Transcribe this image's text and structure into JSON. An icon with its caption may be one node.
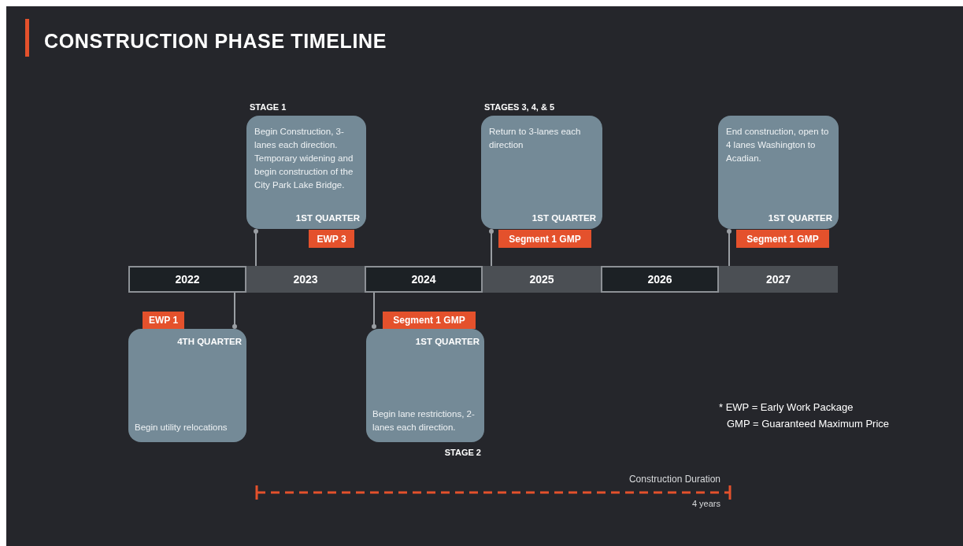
{
  "diagram": {
    "title": "CONSTRUCTION PHASE TIMELINE",
    "nodes": [
      {
        "text": [
          "2022"
        ]
      },
      {
        "text": [
          "2023"
        ]
      },
      {
        "text": [
          "2024"
        ]
      },
      {
        "text": [
          "2025"
        ]
      },
      {
        "text": [
          "2026"
        ]
      },
      {
        "text": [
          "2027"
        ]
      },
      {
        "text": [
          "4TH QUARTER",
          "Begin utility relocations"
        ]
      },
      {
        "text": [
          "EWP 1"
        ]
      },
      {
        "text": [
          "STAGE 1",
          "Begin Construction, 3-lanes each direction. Temporary widening and begin construction of the City Park Lake Bridge.",
          "1ST QUARTER"
        ]
      },
      {
        "text": [
          "EWP 3"
        ]
      },
      {
        "text": [
          "1ST QUARTER",
          "Begin lane restrictions, 2-lanes each direction.",
          "STAGE 2"
        ]
      },
      {
        "text": [
          "Segment 1 GMP"
        ]
      },
      {
        "text": [
          "STAGES 3, 4, & 5",
          "Return to 3-lanes each direction",
          "1ST QUARTER"
        ]
      },
      {
        "text": [
          "Segment 1 GMP"
        ]
      },
      {
        "text": [
          "End construction, open to 4 lanes Washington to Acadian.",
          "1ST QUARTER"
        ]
      },
      {
        "text": [
          "Segment 1 GMP"
        ]
      }
    ],
    "edges": [
      {
        "from": 0,
        "to": 6,
        "arrow": "other"
      },
      {
        "from": 1,
        "to": 8,
        "arrow": "other"
      },
      {
        "from": 2,
        "to": 10,
        "arrow": "other"
      },
      {
        "from": 3,
        "to": 12,
        "arrow": "other"
      },
      {
        "from": 5,
        "to": 14,
        "arrow": "other"
      }
    ],
    "labels": [
      "* EWP = Early Work Package",
      "GMP = Guaranteed Maximum Price",
      "Construction Duration",
      "4 years"
    ]
  }
}
